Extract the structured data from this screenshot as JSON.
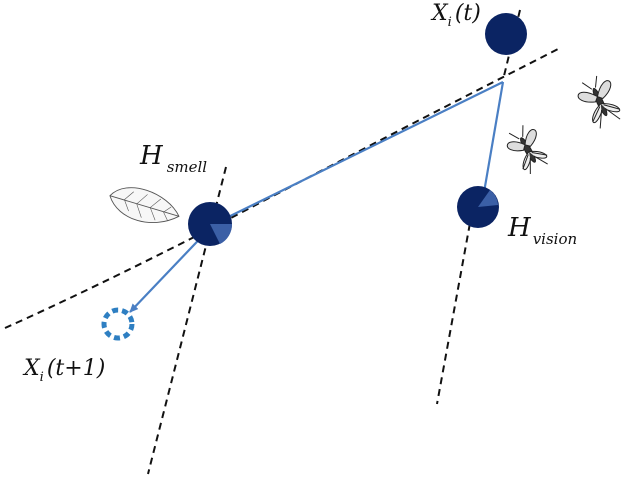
{
  "colors": {
    "node_fill": "#0b2463",
    "node_wedge": "#3b5fa6",
    "arrow": "#4a7fc4",
    "next_position": "#2e7fc2",
    "dashed_line": "#111111"
  },
  "labels": {
    "current_position": {
      "symbol": "X",
      "subscript": "i",
      "argument": "(t)"
    },
    "next_position": {
      "symbol": "X",
      "subscript": "i",
      "argument": "(t+1)"
    },
    "smell_hyperplane": {
      "symbol": "H",
      "subscript": "smell"
    },
    "vision_hyperplane": {
      "symbol": "H",
      "subscript": "vision"
    }
  },
  "icons": {
    "leaf": "leaf-icon",
    "insect_1": "insect-icon",
    "insect_2": "insect-icon"
  }
}
